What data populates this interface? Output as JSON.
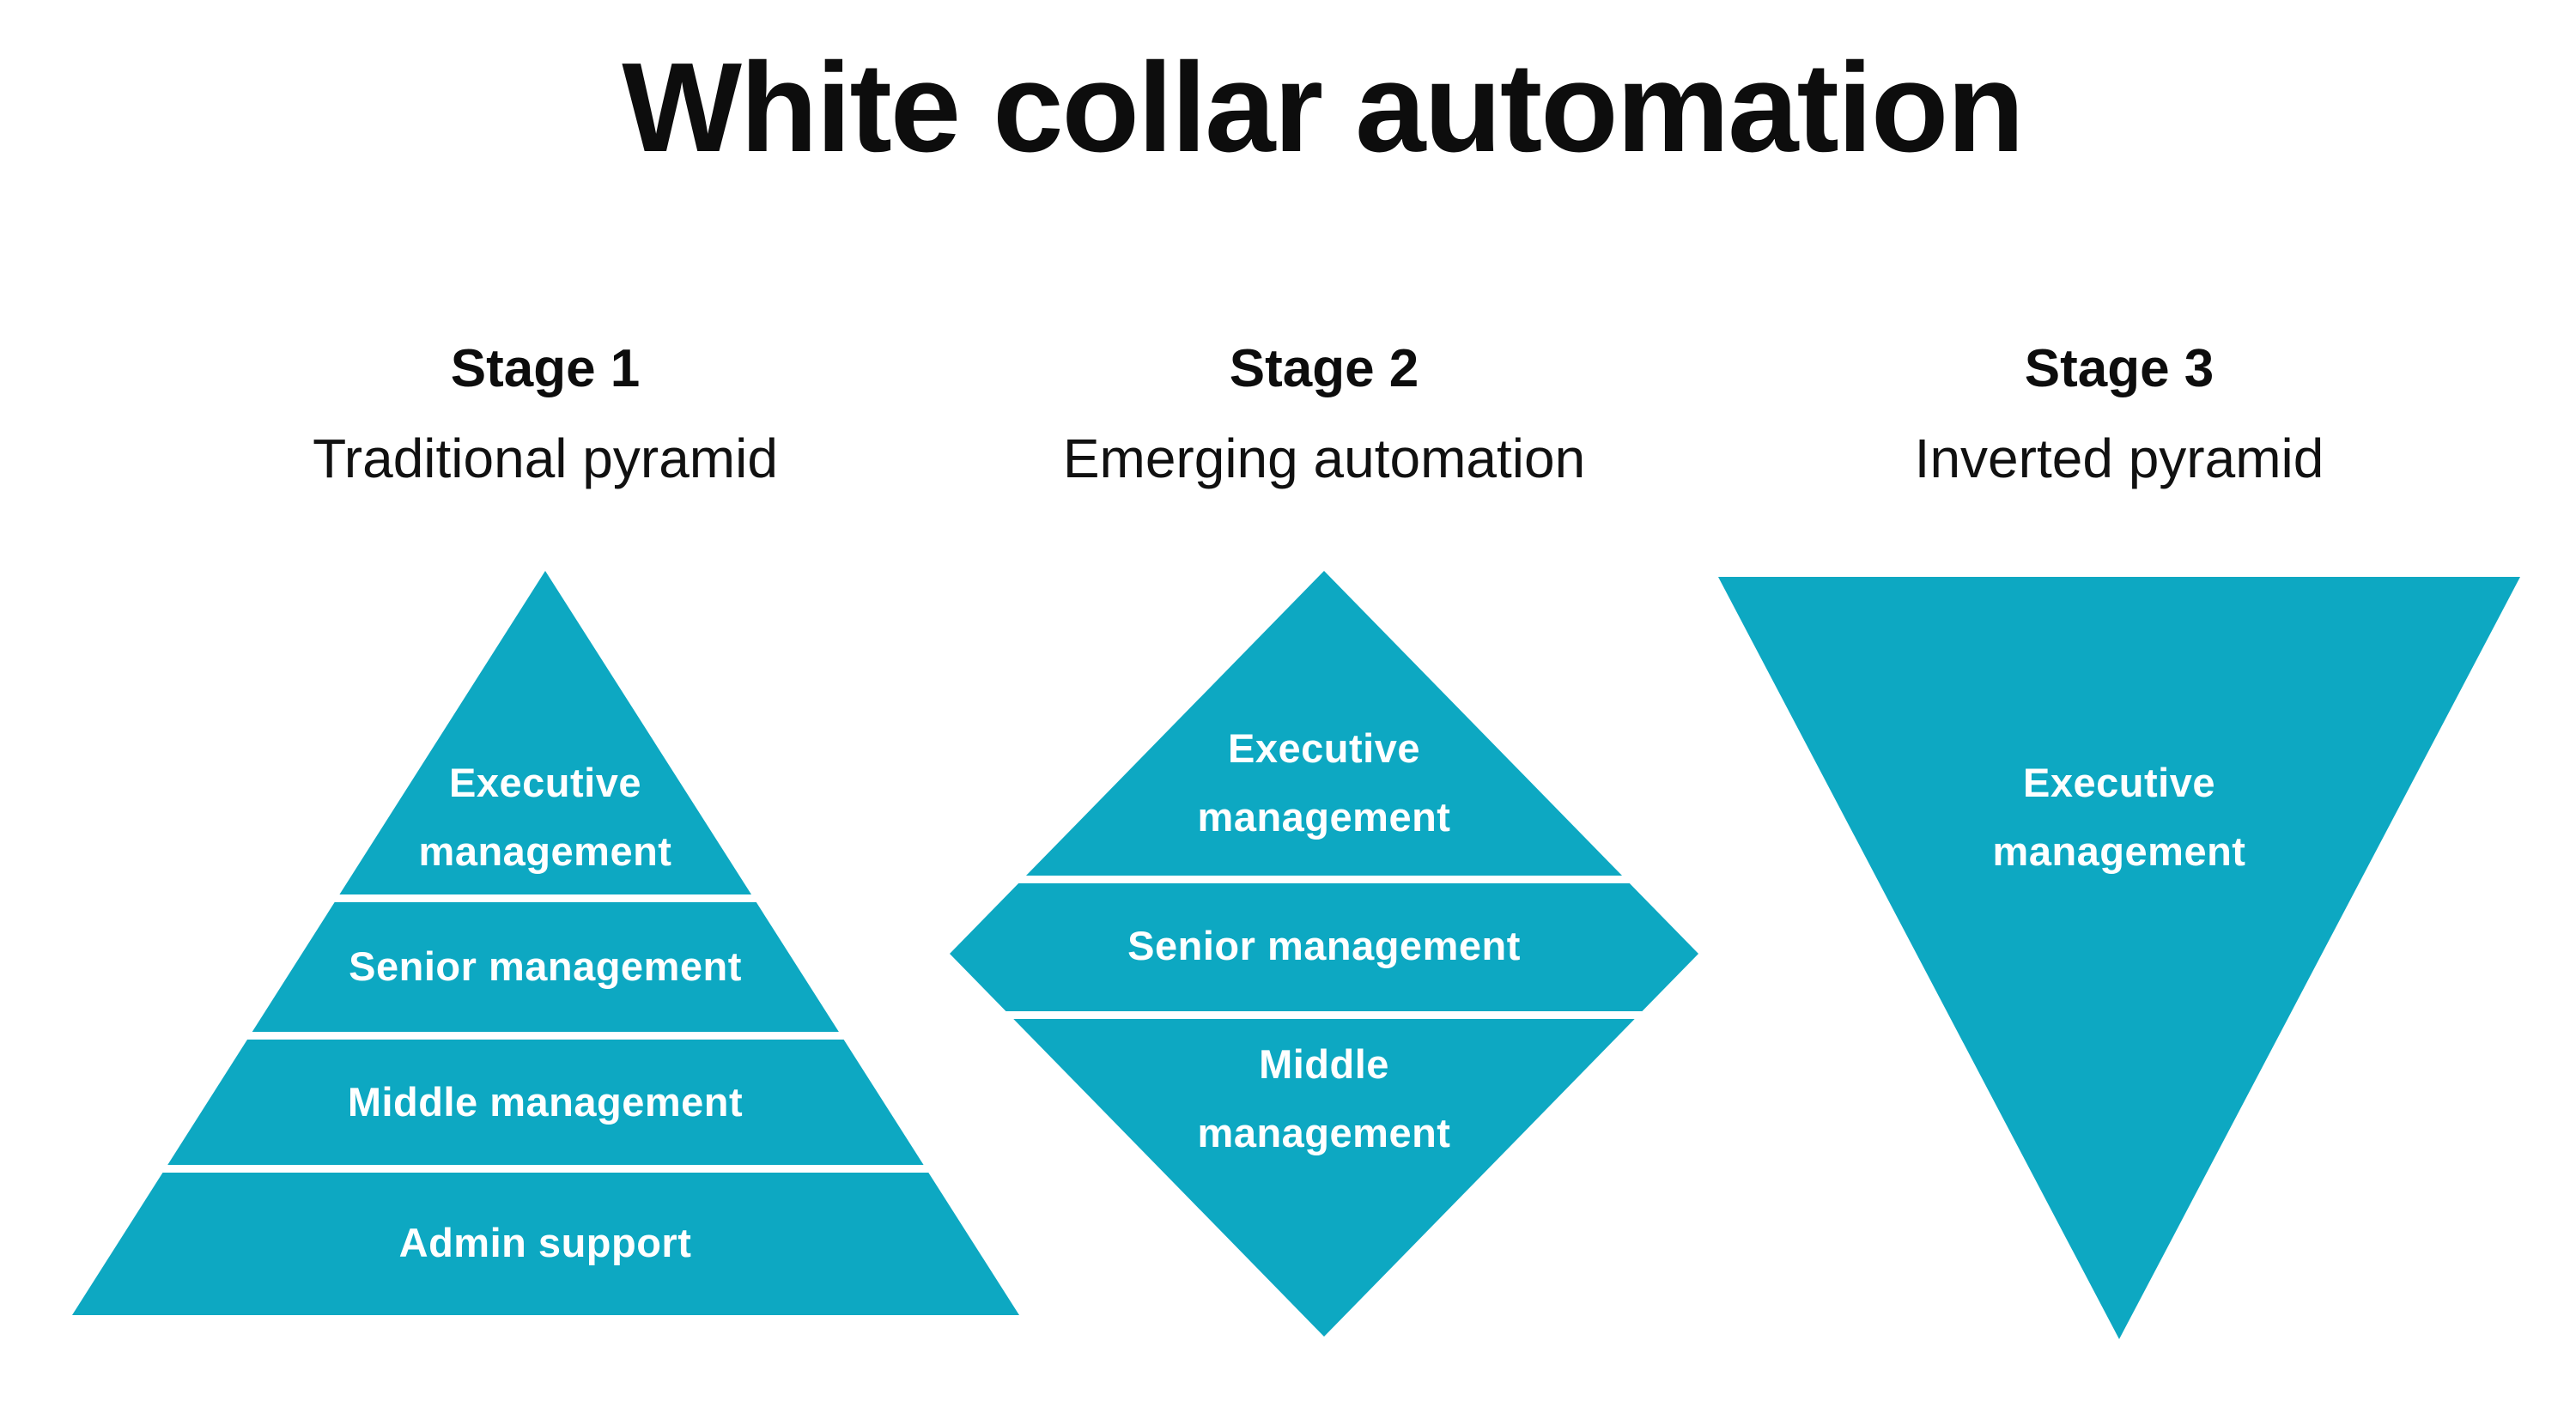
{
  "title": "White collar automation",
  "colors": {
    "accent": "#0da8c2",
    "title_text": "#0d0d0d",
    "level_text": "#ffffff",
    "background": "#ffffff"
  },
  "stages": [
    {
      "label": "Stage 1",
      "subtitle": "Traditional pyramid",
      "shape": "pyramid",
      "levels": [
        "Executive\nmanagement",
        "Senior management",
        "Middle management",
        "Admin support"
      ]
    },
    {
      "label": "Stage 2",
      "subtitle": "Emerging automation",
      "shape": "diamond",
      "levels": [
        "Executive\nmanagement",
        "Senior management",
        "Middle\nmanagement"
      ]
    },
    {
      "label": "Stage 3",
      "subtitle": "Inverted pyramid",
      "shape": "inverted-pyramid",
      "levels": [
        "Executive\nmanagement"
      ]
    }
  ]
}
